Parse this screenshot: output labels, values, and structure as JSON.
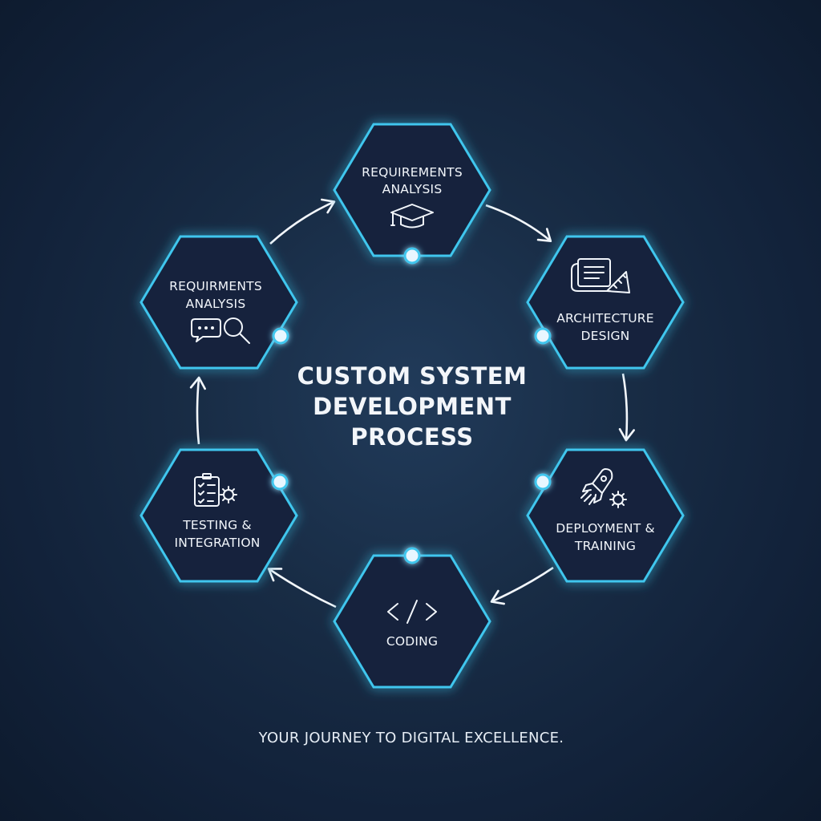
{
  "title_lines": [
    "CUSTOM SYSTEM",
    "DEVELOPMENT",
    "PROCESS"
  ],
  "tagline": "YOUR JOURNEY TO DIGITAL EXCELLENCE.",
  "colors": {
    "accent": "#3fc6ee",
    "accent_glow": "#1e8fd6",
    "hex_fill": "#12243c",
    "text": "#f2f6fb",
    "background": "#12223a"
  },
  "stages": [
    {
      "id": "top",
      "lines": [
        "REQUIREMENTS",
        "ANALYSIS"
      ],
      "icon": "graduation-cap-icon"
    },
    {
      "id": "upper-right",
      "lines": [
        "ARCHITECTURE",
        "DESIGN"
      ],
      "icon": "blueprint-ruler-icon"
    },
    {
      "id": "lower-right",
      "lines": [
        "DEPLOYMENT &",
        "TRAINING"
      ],
      "icon": "rocket-gear-icon"
    },
    {
      "id": "bottom",
      "lines": [
        "CODING"
      ],
      "icon": "code-brackets-icon"
    },
    {
      "id": "lower-left",
      "lines": [
        "TESTING &",
        "INTEGRATION"
      ],
      "icon": "checklist-gear-icon"
    },
    {
      "id": "upper-left",
      "lines": [
        "REQUIRMENTS",
        "ANALYSIS"
      ],
      "icon": "chat-search-icon"
    }
  ]
}
